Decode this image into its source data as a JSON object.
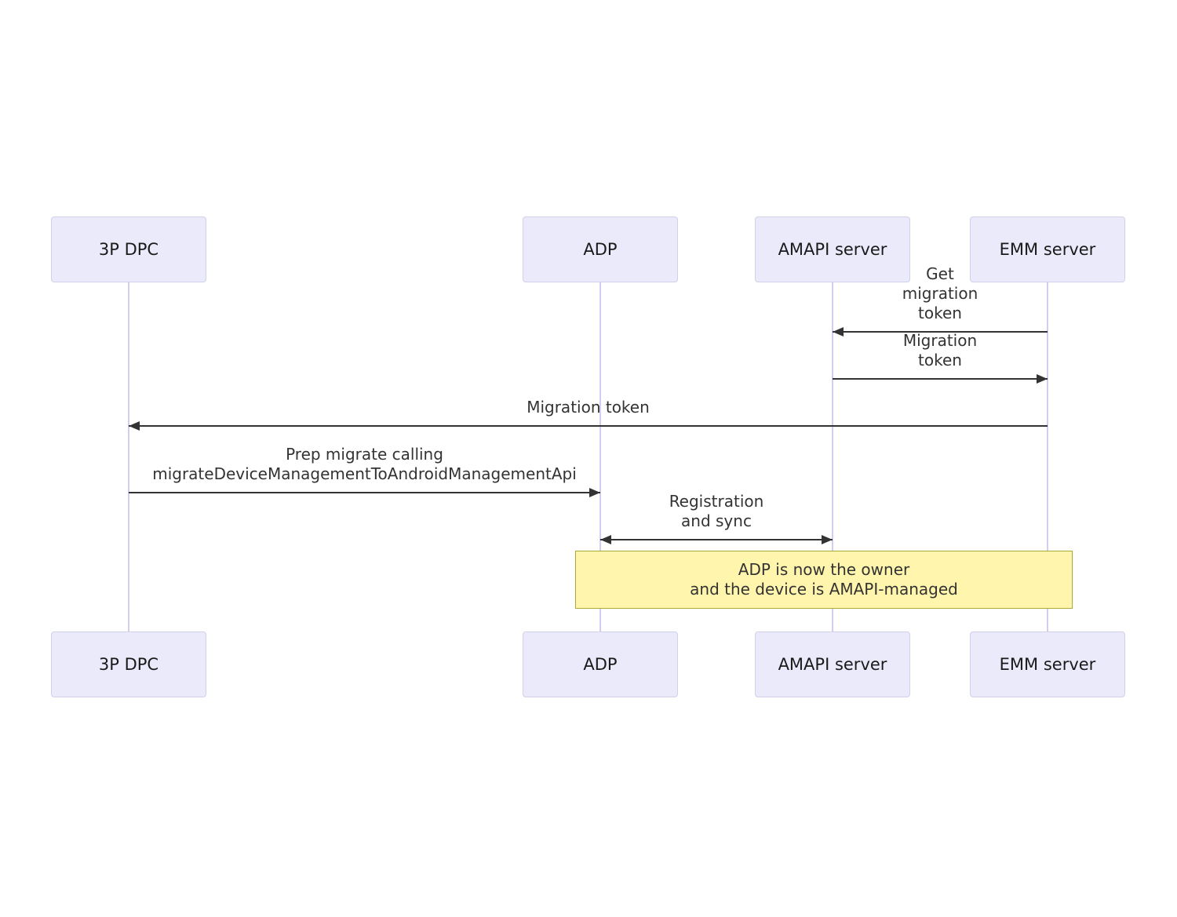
{
  "diagram": {
    "type": "sequence",
    "actors": [
      {
        "id": "3p-dpc",
        "label": "3P DPC"
      },
      {
        "id": "adp",
        "label": "ADP"
      },
      {
        "id": "amapi-server",
        "label": "AMAPI server"
      },
      {
        "id": "emm-server",
        "label": "EMM server"
      }
    ],
    "messages": [
      {
        "from": "EMM server",
        "to": "AMAPI server",
        "direction": "left",
        "label": "Get migration token"
      },
      {
        "from": "AMAPI server",
        "to": "EMM server",
        "direction": "right",
        "label": "Migration token"
      },
      {
        "from": "EMM server",
        "to": "3P DPC",
        "direction": "left",
        "label": "Migration token"
      },
      {
        "from": "3P DPC",
        "to": "ADP",
        "direction": "right",
        "label": "Prep migrate calling\nmigrateDeviceManagementToAndroidManagementApi"
      },
      {
        "from": "ADP",
        "to": "AMAPI server",
        "direction": "both",
        "label": "Registration and sync"
      }
    ],
    "note": {
      "text": "ADP is now the owner\nand the device is AMAPI-managed"
    },
    "colors": {
      "actor_fill": "#eaeafb",
      "actor_border": "#d0d0e8",
      "lifeline": "#d4ccf1",
      "arrow": "#333333",
      "note_fill": "#fff5ad",
      "note_border": "#aaaa33"
    }
  }
}
